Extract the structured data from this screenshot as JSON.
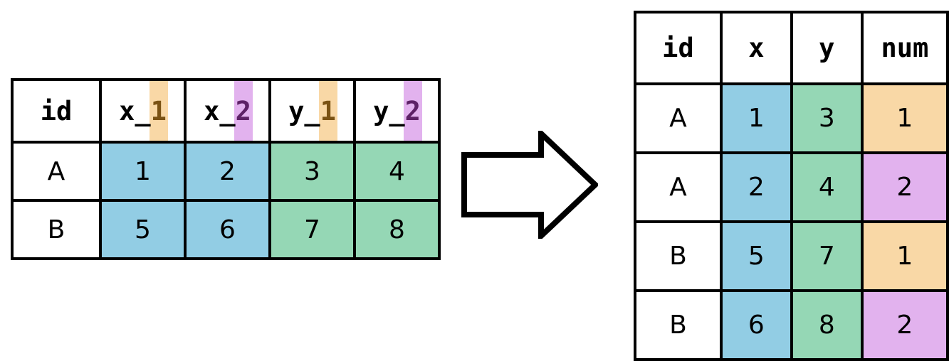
{
  "palette": {
    "blue": "#92cde4",
    "green": "#95d7b5",
    "orange": "#f9d8a6",
    "purple": "#e2b2ee",
    "orange_text": "#7a5214",
    "purple_text": "#5d2266",
    "border": "#000000",
    "background": "#ffffff"
  },
  "wide_table": {
    "headers": [
      {
        "stem": "id",
        "suffix": "",
        "band": "none"
      },
      {
        "stem": "x_",
        "suffix": "1",
        "band": "orange"
      },
      {
        "stem": "x_",
        "suffix": "2",
        "band": "purple"
      },
      {
        "stem": "y_",
        "suffix": "1",
        "band": "orange"
      },
      {
        "stem": "y_",
        "suffix": "2",
        "band": "purple"
      }
    ],
    "rows": [
      {
        "cells": [
          {
            "text": "A",
            "fill": "none"
          },
          {
            "text": "1",
            "fill": "blue"
          },
          {
            "text": "2",
            "fill": "blue"
          },
          {
            "text": "3",
            "fill": "green"
          },
          {
            "text": "4",
            "fill": "green"
          }
        ]
      },
      {
        "cells": [
          {
            "text": "B",
            "fill": "none"
          },
          {
            "text": "5",
            "fill": "blue"
          },
          {
            "text": "6",
            "fill": "blue"
          },
          {
            "text": "7",
            "fill": "green"
          },
          {
            "text": "8",
            "fill": "green"
          }
        ]
      }
    ]
  },
  "long_table": {
    "headers": [
      {
        "text": "id"
      },
      {
        "text": "x"
      },
      {
        "text": "y"
      },
      {
        "text": "num"
      }
    ],
    "rows": [
      {
        "cells": [
          {
            "text": "A",
            "fill": "none"
          },
          {
            "text": "1",
            "fill": "blue"
          },
          {
            "text": "3",
            "fill": "green"
          },
          {
            "text": "1",
            "fill": "orange"
          }
        ]
      },
      {
        "cells": [
          {
            "text": "A",
            "fill": "none"
          },
          {
            "text": "2",
            "fill": "blue"
          },
          {
            "text": "4",
            "fill": "green"
          },
          {
            "text": "2",
            "fill": "purple"
          }
        ]
      },
      {
        "cells": [
          {
            "text": "B",
            "fill": "none"
          },
          {
            "text": "5",
            "fill": "blue"
          },
          {
            "text": "7",
            "fill": "green"
          },
          {
            "text": "1",
            "fill": "orange"
          }
        ]
      },
      {
        "cells": [
          {
            "text": "B",
            "fill": "none"
          },
          {
            "text": "6",
            "fill": "blue"
          },
          {
            "text": "8",
            "fill": "green"
          },
          {
            "text": "2",
            "fill": "purple"
          }
        ]
      }
    ]
  },
  "arrow": {
    "icon": "arrow-right-icon",
    "direction": "right"
  }
}
